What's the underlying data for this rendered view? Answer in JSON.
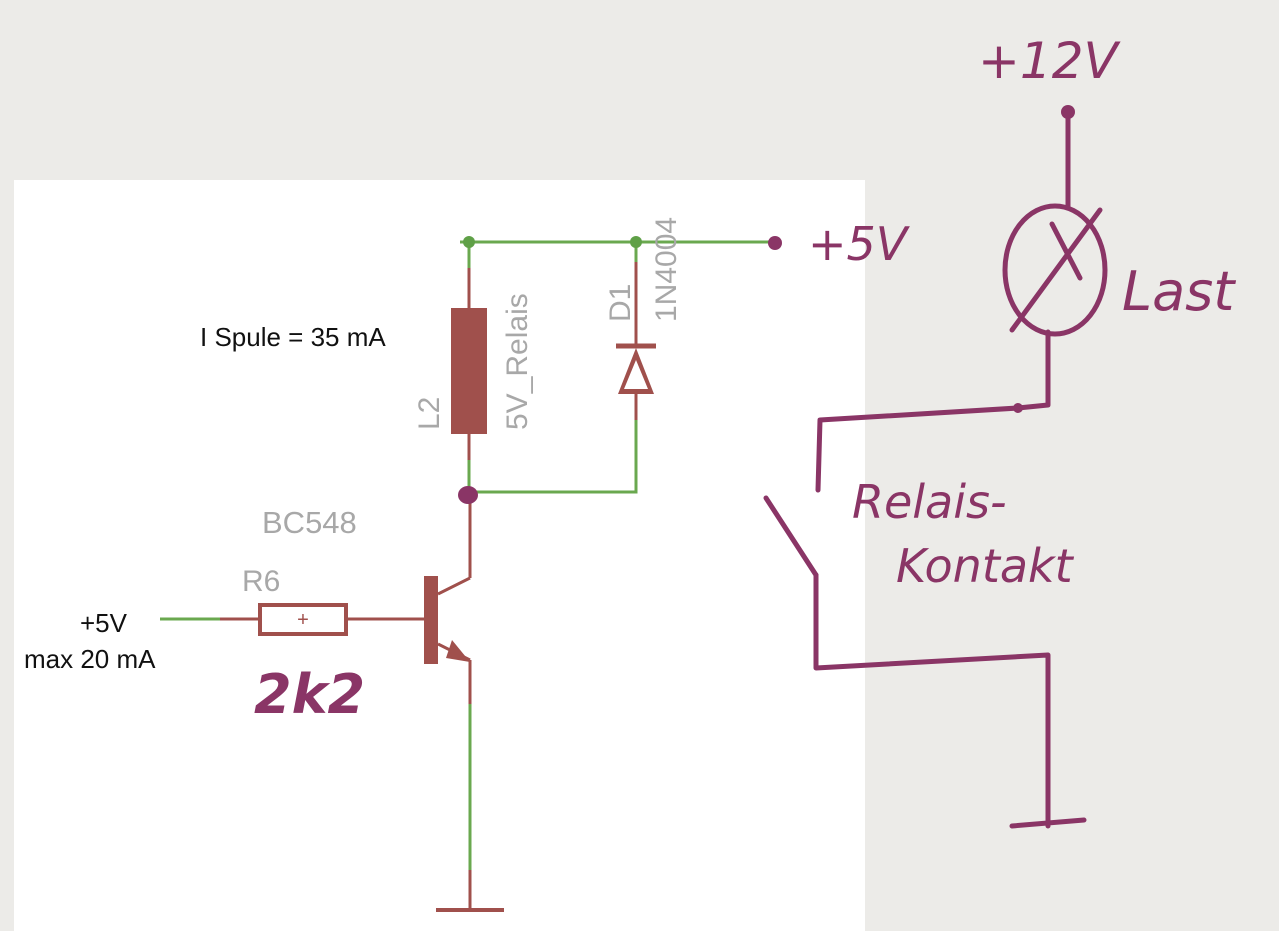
{
  "colors": {
    "paper": "#ecebe8",
    "sheet": "#ffffff",
    "wire_green": "#6aa84f",
    "junction_green": "#5fa047",
    "component": "#a0504c",
    "label_grey": "#a8a8a8",
    "ink_black": "#111111",
    "marker": "#8a3566"
  },
  "labels": {
    "coil_current": "I Spule = 35 mA",
    "relay_ref": "L2",
    "relay_value": "5V_Relais",
    "diode_ref": "D1",
    "diode_value": "1N4004",
    "transistor": "BC548",
    "resistor_ref": "R6",
    "resistor_plus": "+",
    "input_voltage": "+5V",
    "input_current": "max 20 mA"
  },
  "handwritten": {
    "supply_5v": "+5V",
    "supply_12v": "+12V",
    "load": "Last",
    "contact_line1": "Relais-",
    "contact_line2": "Kontakt",
    "resistor_value": "2k2"
  },
  "icons": {
    "transistor": "npn-transistor-icon",
    "diode": "diode-icon",
    "relay_coil": "relay-coil-icon",
    "resistor": "resistor-icon",
    "lamp": "lamp-load-icon",
    "switch": "relay-contact-icon",
    "ground": "ground-icon"
  }
}
